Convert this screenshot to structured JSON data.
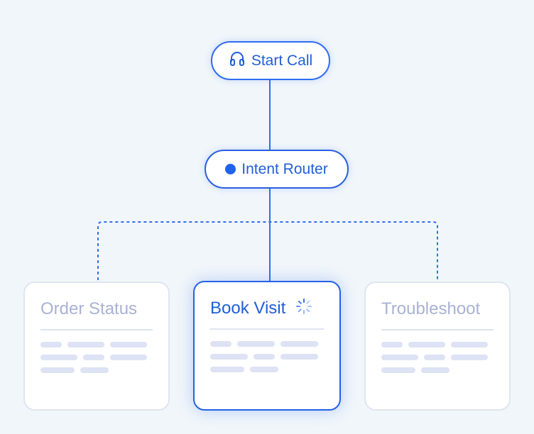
{
  "nodes": {
    "start": {
      "label": "Start Call",
      "icon": "headset-icon"
    },
    "router": {
      "label": "Intent Router",
      "icon": "status-dot-icon"
    }
  },
  "cards": [
    {
      "title": "Order Status",
      "state": "inactive"
    },
    {
      "title": "Book Visit",
      "state": "active",
      "icon": "loading-spinner-icon"
    },
    {
      "title": "Troubleshoot",
      "state": "inactive"
    }
  ],
  "colors": {
    "background": "#f1f6fa",
    "accent": "#2f6df0",
    "active_text": "#1f5fd6",
    "inactive_text": "#a9b2d4",
    "card_border": "#dfe5f1",
    "placeholder": "#dde2f4"
  }
}
